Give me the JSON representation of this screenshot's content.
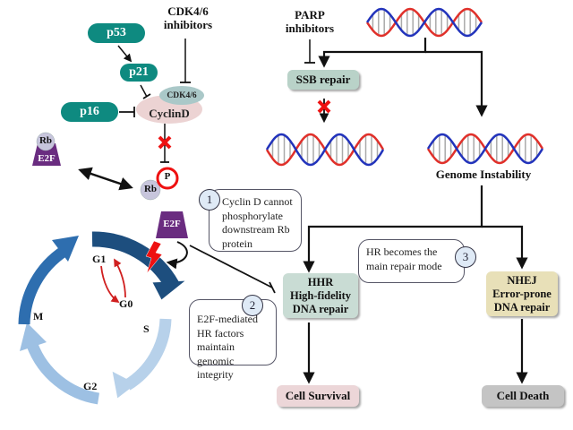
{
  "regulators": {
    "p53": "p53",
    "p21": "p21",
    "p16": "p16",
    "cdk_inhibitors": [
      "CDK4/6",
      "inhibitors"
    ],
    "cdk": "CDK4/6",
    "cyclin": "CyclinD"
  },
  "rb_complex": {
    "rb": "Rb",
    "e2f": "E2F",
    "phosphate": "P"
  },
  "cell_cycle": {
    "phases": [
      "G1",
      "G0",
      "S",
      "G2",
      "M"
    ]
  },
  "parp": {
    "inhibitors": [
      "PARP",
      "inhibitors"
    ],
    "ssb_repair": "SSB repair"
  },
  "genome_instability": "Genome Instability",
  "repair": {
    "hhr": [
      "HHR",
      "High-fidelity",
      "DNA repair"
    ],
    "nhej": [
      "NHEJ",
      "Error-prone",
      "DNA repair"
    ]
  },
  "outcomes": {
    "survival": "Cell Survival",
    "death": "Cell Death"
  },
  "notes": [
    {
      "number": "1",
      "text": "Cyclin D cannot phosphorylate downstream Rb protein"
    },
    {
      "number": "2",
      "text": "E2F-mediated HR factors maintain genomic integrity"
    },
    {
      "number": "3",
      "text": "HR becomes the main repair mode"
    }
  ],
  "colors": {
    "teal": "#0e8a80",
    "purple": "#6a2c80",
    "hhr_box": "#c9dcd4",
    "nhej_box": "#e8e0b8",
    "survival_box": "#ecd6d8",
    "death_box": "#c4c4c4",
    "ssb_box": "#b9d2c8",
    "dna_red": "#e0302a",
    "dna_blue": "#2233bb"
  }
}
